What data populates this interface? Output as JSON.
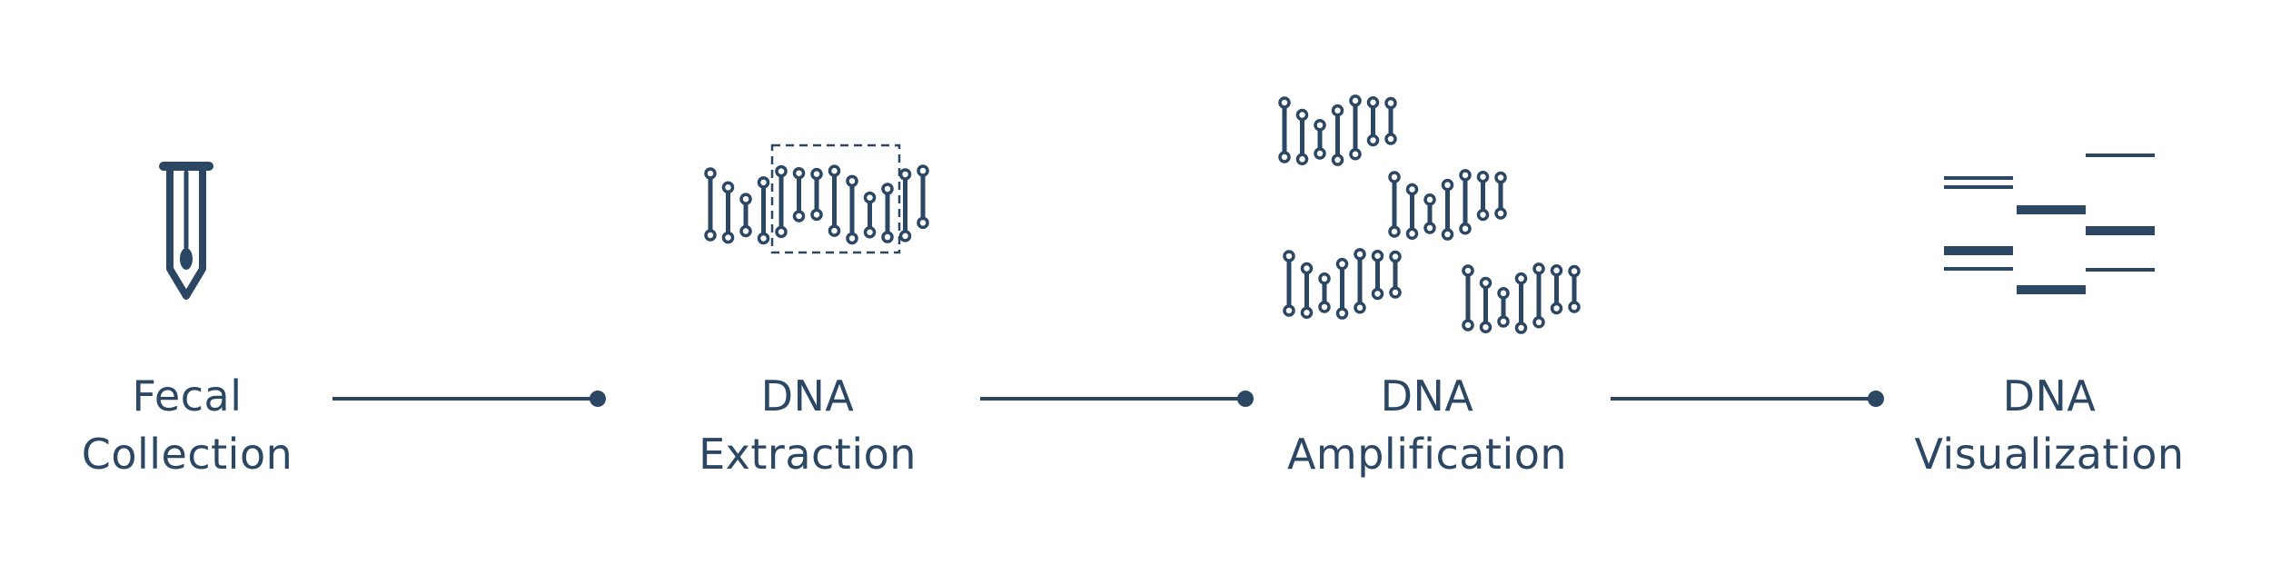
{
  "colors": {
    "ink": "#2b4763",
    "background": "#ffffff"
  },
  "steps": [
    {
      "line1": "Fecal",
      "line2": "Collection",
      "icon": "test-tube-swab-icon"
    },
    {
      "line1": "DNA",
      "line2": "Extraction",
      "icon": "dna-extraction-icon"
    },
    {
      "line1": "DNA",
      "line2": "Amplification",
      "icon": "dna-amplification-icon"
    },
    {
      "line1": "DNA",
      "line2": "Visualization",
      "icon": "gel-bands-icon"
    }
  ]
}
